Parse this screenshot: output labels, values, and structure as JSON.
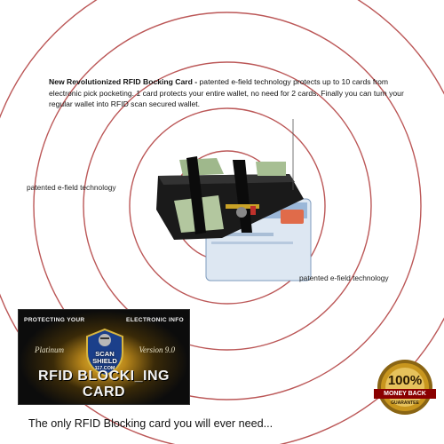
{
  "headline": {
    "bold": "New Revolutionized RFID Bocking Card -",
    "body": " patented e-field technology protects up to 10 cards from electronic pick pocketing. 1 card protects your entire wallet, no need for 2 cards. Finally you can turn your regular wallet into RFID scan secured wallet."
  },
  "callouts": {
    "left": "patented e-field technology",
    "right": "patented e-field technology"
  },
  "product_card": {
    "top_left": "PROTECTING YOUR",
    "top_right": "ELECTRONIC INFO",
    "platinum": "Platinum",
    "version": "Version 9.0",
    "brand_line1": "SCAN",
    "brand_line2": "SHIELD",
    "brand_line3": "117.COM",
    "title": "RFID BLOCKI_ING CARD"
  },
  "badge": {
    "percent": "100%",
    "ribbon": "MONEY BACK",
    "guarantee": "GUARANTEE"
  },
  "tagline": "The only RFID Blocking card you will ever need...",
  "colors": {
    "ring": "#b03a3a",
    "badge_gold": "#c8961e",
    "ribbon_red": "#8a0000"
  },
  "icons": [
    "knight-shield-icon"
  ]
}
